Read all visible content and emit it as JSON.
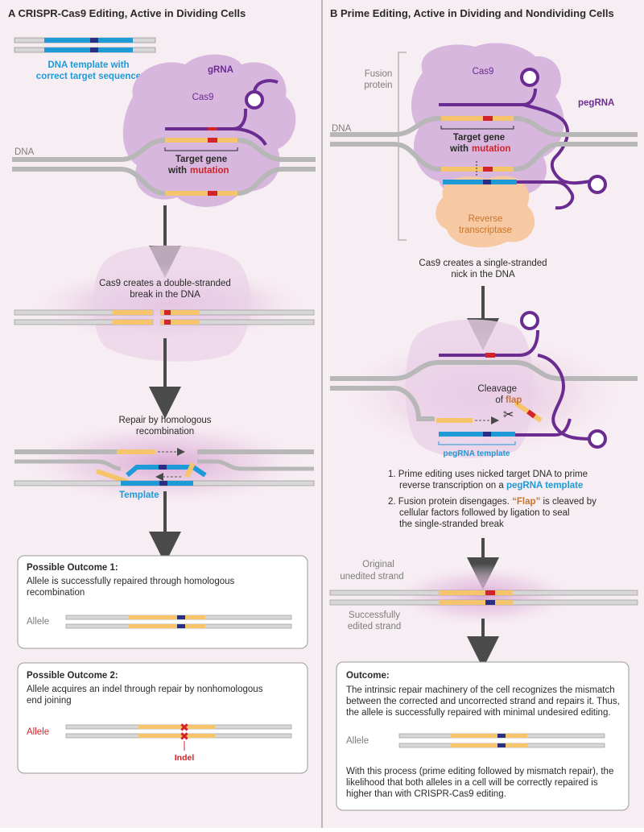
{
  "panel_a": {
    "title": "A  CRISPR-Cas9 Editing, Active in Dividing Cells",
    "dna_template_line1": "DNA template with",
    "dna_template_line2": "correct target sequence",
    "grna": "gRNA",
    "cas9": "Cas9",
    "dna": "DNA",
    "target_gene": "Target gene",
    "with": "with",
    "mutation": "mutation",
    "step1_line1": "Cas9 creates a double-stranded",
    "step1_line2": "break in the DNA",
    "step2_line1": "Repair by homologous",
    "step2_line2": "recombination",
    "template": "Template",
    "outcome1_title": "Possible Outcome 1:",
    "outcome1_line1": "Allele is successfully repaired through homologous",
    "outcome1_line2": "recombination",
    "outcome1_allele": "Allele",
    "outcome2_title": "Possible Outcome 2:",
    "outcome2_line1": "Allele acquires an indel through repair by nonhomologous",
    "outcome2_line2": "end joining",
    "outcome2_allele": "Allele",
    "indel": "Indel"
  },
  "panel_b": {
    "title": "B  Prime Editing, Active in Dividing and Nondividing Cells",
    "fusion_line1": "Fusion",
    "fusion_line2": "protein",
    "cas9": "Cas9",
    "pegrna": "pegRNA",
    "dna": "DNA",
    "target_gene": "Target gene",
    "with": "with",
    "mutation": "mutation",
    "rt_line1": "Reverse",
    "rt_line2": "transcriptase",
    "step1_line1": "Cas9 creates a single-stranded",
    "step1_line2": "nick in the DNA",
    "cleavage": "Cleavage",
    "of": "of",
    "flap": "flap",
    "pegrna_template": "pegRNA template",
    "note1_line1": "1. Prime editing uses nicked target DNA to prime",
    "note1_line2_pre": "reverse transcription on a",
    "note1_line2_em": "pegRNA template",
    "note2_line1_pre": "2. Fusion protein disengages.",
    "note2_line1_em": "“Flap”",
    "note2_line1_post": "is cleaved by",
    "note2_line2": "cellular factors followed by ligation to seal",
    "note2_line3": "the single-stranded break",
    "original_line1": "Original",
    "original_line2": "unedited strand",
    "edited_line1": "Successfully",
    "edited_line2": "edited strand",
    "outcome_title": "Outcome:",
    "outcome_line1": "The intrinsic repair machinery of the cell recognizes the mismatch",
    "outcome_line2": "between the corrected and uncorrected strand and repairs it. Thus,",
    "outcome_line3": "the allele is successfully repaired with minimal undesired editing.",
    "outcome_allele": "Allele",
    "final_line1": "With this process (prime editing followed by mismatch repair), the",
    "final_line2": "likelihood that both alleles in a cell will be correctly repaired is",
    "final_line3": "higher than with CRISPR-Cas9 editing."
  },
  "colors": {
    "panel_bg": "#f7eef3",
    "cas9_fill": "#d7b7dd",
    "cloud": "#ead1e7",
    "dna_gray": "#b7b7b7",
    "gene_orange": "#f6c46a",
    "mutation_red": "#d1232a",
    "correct_navy": "#2b2f84",
    "template_blue": "#1e9ad6",
    "rna_purple": "#6a2c91",
    "rt_orange": "#f7c9a2",
    "arrow_gray": "#4a4a4a"
  }
}
